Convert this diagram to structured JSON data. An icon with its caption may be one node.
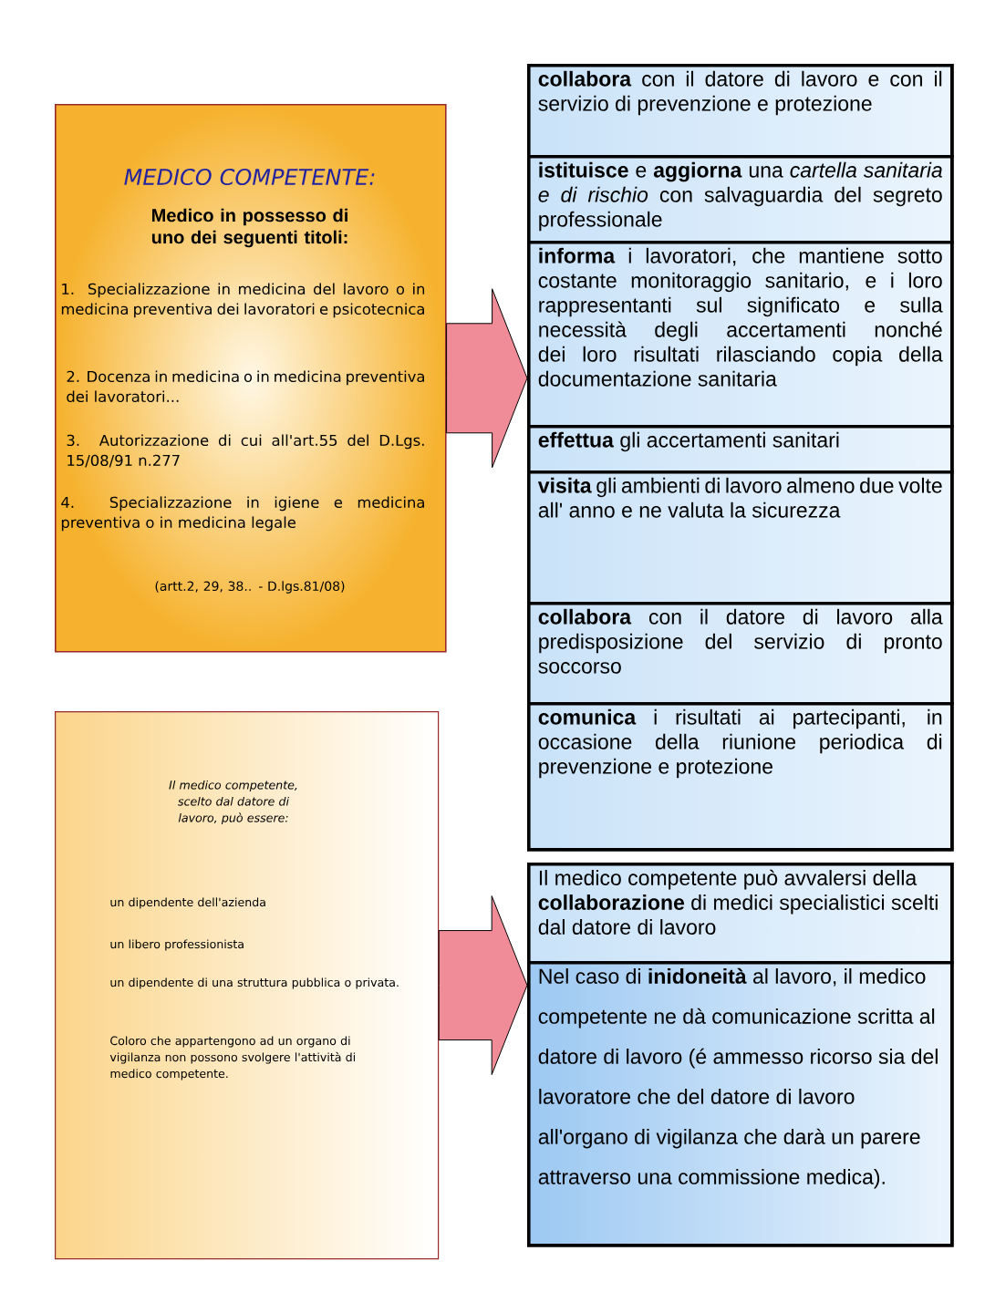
{
  "diagram": {
    "nodes": [
      {
        "text": [
          "MEDICO COMPETENTE:",
          "Medico in possesso di uno dei seguenti titoli:",
          "1. Specializzazione in medicina del lavoro o in medicina preventiva dei lavoratori e psicotecnica",
          "2. Docenza in medicina o in medicina preventiva dei lavoratori...",
          "3. Autorizzazione di cui all'art.55 del D.Lgs. 15/08/91 n.277",
          "4. Specializzazione in igiene e medicina preventiva o in medicina legale",
          "(artt.2, 29, 38.. - D.lgs.81/08)"
        ]
      },
      {
        "text": [],
        "shape": "box"
      },
      {
        "text": [
          "**collabora** con il datore di lavoro e con il servizio di prevenzione e protezione"
        ],
        "in": 1
      },
      {
        "text": [
          "**istituisce** e **aggiorna** una *cartella sanitaria e di rischio* con salvaguardia del segreto professionale"
        ],
        "in": 1
      },
      {
        "text": [
          "**informa** i lavoratori, che mantiene sotto costante monitoraggio sanitario, e i loro rappresentanti sul significato e sulla necessità degli accertamenti nonché dei loro risultati rilasciando copia della documentazione sanitaria"
        ],
        "in": 1
      },
      {
        "text": [
          "**effettua** gli accertamenti sanitari"
        ],
        "in": 1
      },
      {
        "text": [
          "**visita** gli ambienti di lavoro almeno due volte all' anno e ne valuta la sicurezza"
        ],
        "in": 1
      },
      {
        "text": [
          "**collabora** con il datore di lavoro alla predisposizione del servizio di pronto soccorso"
        ],
        "in": 1
      },
      {
        "text": [
          "**comunica** i risultati ai partecipanti, in occasione della riunione periodica di prevenzione e protezione"
        ],
        "in": 1
      },
      {
        "text": [
          "Il medico competente, scelto dal datore di lavoro, può essere:",
          "un dipendente dell'azienda",
          "un libero professionista",
          "un dipendente di una struttura pubblica o privata.",
          "Coloro che appartengono ad un organo di vigilanza non possono svolgere l'attività di medico competente."
        ]
      },
      {
        "text": [],
        "shape": "box"
      },
      {
        "text": [
          "Il medico competente può avvalersi della **collaborazione** di medici specialistici scelti dal datore di lavoro"
        ],
        "in": 10
      },
      {
        "text": [
          "Nel caso di **inidoneità** al lavoro, il medico competente ne dà comunicazione scritta al datore di lavoro (é ammesso ricorso sia del lavoratore che del datore di lavoro all'organo di vigilanza che darà un parere attraverso una commissione medica)."
        ],
        "in": 10
      }
    ],
    "edges": [
      {
        "from": 0,
        "to": 1,
        "arrow": "to"
      },
      {
        "from": 9,
        "to": 10,
        "arrow": "to"
      }
    ]
  }
}
